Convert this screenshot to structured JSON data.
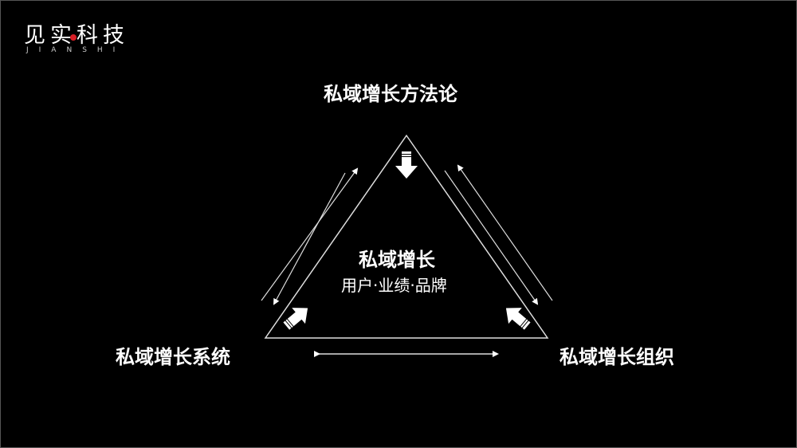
{
  "brand": {
    "name_cn": "见实科技",
    "name_en": "JIANSHI",
    "accent_color": "#d81f26"
  },
  "diagram": {
    "type": "triangle-cycle",
    "center": {
      "title": "私域增长",
      "subtitle": "用户·业绩·品牌"
    },
    "vertices": {
      "top": "私域增长方法论",
      "bottom_left": "私域增长系统",
      "bottom_right": "私域增长组织"
    },
    "arrows": [
      {
        "from": "bottom_left",
        "to": "top",
        "style": "thin-double-line"
      },
      {
        "from": "top",
        "to": "bottom_right",
        "style": "thin-double-line"
      },
      {
        "from": "bottom_left",
        "to": "bottom_right",
        "style": "bidirectional"
      },
      {
        "from": "top",
        "to": "center",
        "style": "block-arrow"
      },
      {
        "from": "bottom_left",
        "to": "center",
        "style": "block-arrow"
      },
      {
        "from": "bottom_right",
        "to": "center",
        "style": "block-arrow"
      }
    ],
    "colors": {
      "background": "#000000",
      "foreground": "#ffffff"
    }
  }
}
